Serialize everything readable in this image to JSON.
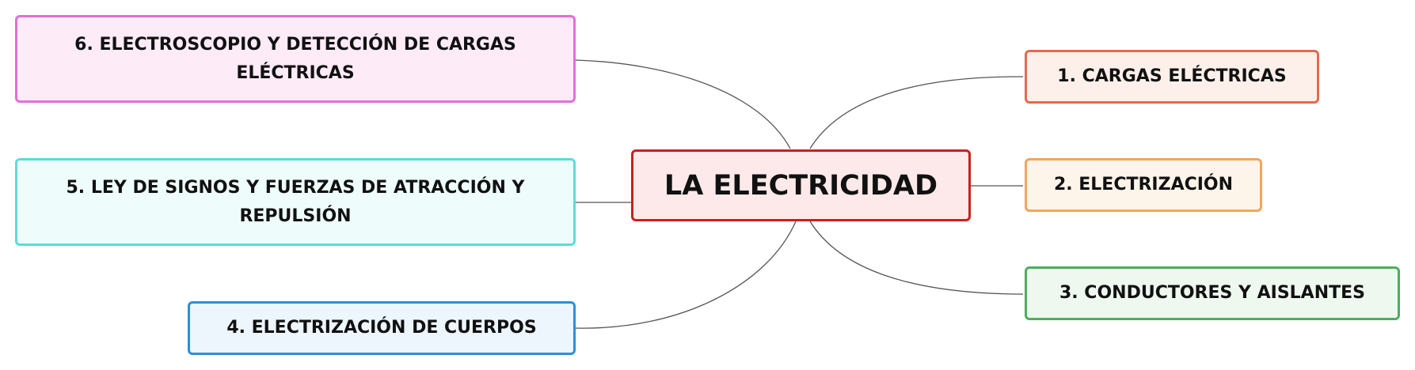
{
  "central": {
    "text": "LA ELECTRICIDAD",
    "fill": "#fde9ea",
    "border": "#c82020"
  },
  "topics": [
    {
      "id": "t1",
      "text": "1. CARGAS ELÉCTRICAS",
      "fill": "#fdf0ea",
      "border": "#e36a50"
    },
    {
      "id": "t2",
      "text": "2. ELECTRIZACIÓN",
      "fill": "#fdf4ea",
      "border": "#f2a65a"
    },
    {
      "id": "t3",
      "text": "3. CONDUCTORES Y AISLANTES",
      "fill": "#eef8ef",
      "border": "#4caf5c"
    },
    {
      "id": "t4",
      "text": "4. ELECTRIZACIÓN DE CUERPOS",
      "fill": "#edf5fd",
      "border": "#2d8fd8"
    },
    {
      "id": "t5",
      "text": "5. LEY DE SIGNOS Y FUERZAS DE ATRACCIÓN Y REPULSIÓN",
      "fill": "#eefcfb",
      "border": "#5fdada"
    },
    {
      "id": "t6",
      "text": "6. ELECTROSCOPIO Y DETECCIÓN DE CARGAS ELÉCTRICAS",
      "fill": "#fdebf8",
      "border": "#e46ed8"
    }
  ],
  "connector_color": "#555555"
}
